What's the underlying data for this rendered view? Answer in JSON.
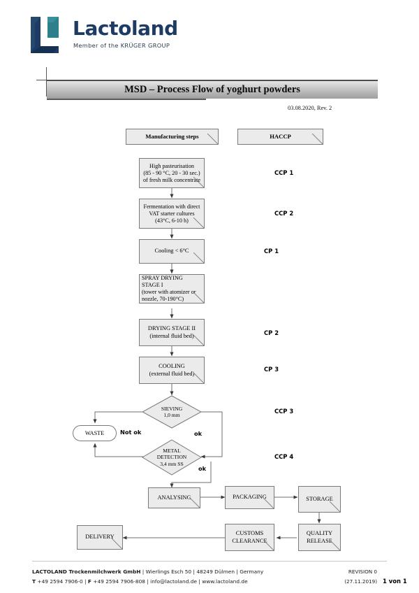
{
  "document": {
    "title": "MSD – Process Flow of yoghurt powders",
    "revision_note": "03.08.2020, Rev. 2"
  },
  "brand": {
    "name": "Lactoland",
    "tagline": "Member of the KRÜGER GROUP",
    "logo_icon": "lactoland-l-logo",
    "navy": "#1d3b63",
    "teal": "#2e7f8c"
  },
  "columns": {
    "manufacturing": "Manufacturing steps",
    "haccp": "HACCP"
  },
  "flow": {
    "steps": [
      {
        "id": "pasteurisation",
        "lines": [
          "High pasteurisation",
          "(85 - 90 °C, 20 - 30 sec.)",
          "of fresh milk concentrate"
        ],
        "haccp": "CCP 1"
      },
      {
        "id": "fermentation",
        "lines": [
          "Fermentation with direct",
          "VAT starter cultures",
          "(43°C, 6-10 h)"
        ],
        "haccp": "CCP 2"
      },
      {
        "id": "cooling-6c",
        "lines": [
          "Cooling < 6°C"
        ],
        "haccp": "CP 1"
      },
      {
        "id": "spray-drying-1",
        "lines": [
          "SPRAY DRYING STAGE I",
          "(tower with atomizer or",
          "nozzle, 70-190°C)"
        ],
        "haccp": ""
      },
      {
        "id": "drying-stage-2",
        "lines": [
          "DRYING STAGE II",
          "(internal fluid bed)"
        ],
        "haccp": "CP 2"
      },
      {
        "id": "cooling-external",
        "lines": [
          "COOLING",
          "(external fluid bed)"
        ],
        "haccp": "CP 3"
      }
    ],
    "decisions": [
      {
        "id": "sieving",
        "lines": [
          "SIEVING",
          "1,0 mm"
        ],
        "haccp": "CCP 3"
      },
      {
        "id": "metal-detection",
        "lines": [
          "METAL",
          "DETECTION",
          "3,4 mm SS"
        ],
        "haccp": "CCP 4"
      }
    ],
    "waste": {
      "label": "WASTE"
    },
    "edge_labels": {
      "not_ok": "Not ok",
      "ok_sieving": "ok",
      "ok_metal": "ok"
    },
    "downstream": [
      {
        "id": "analysing",
        "label": "ANALYSING"
      },
      {
        "id": "packaging",
        "label": "PACKAGING"
      },
      {
        "id": "storage",
        "label": "STORAGE"
      },
      {
        "id": "quality-release",
        "lines": [
          "QUALITY",
          "RELEASE"
        ]
      },
      {
        "id": "customs-clearance",
        "lines": [
          "CUSTOMS",
          "CLEARANCE"
        ]
      },
      {
        "id": "delivery",
        "label": "DELIVERY"
      }
    ]
  },
  "footer": {
    "line1_bold": "LACTOLAND Trockenmilchwerk GmbH",
    "line1_rest": " | Wierlings Esch 50 | 48249 Dülmen | Germany",
    "line2_t_bold": "T",
    "line2_a": " +49 2594 7906-0 | ",
    "line2_f_bold": "F",
    "line2_b": " +49 2594 7906-808 | info@lactoland.de | www.lactoland.de",
    "revision": "REVISION 0",
    "revision_date": "(27.11.2019)",
    "page": "1 von 1"
  }
}
